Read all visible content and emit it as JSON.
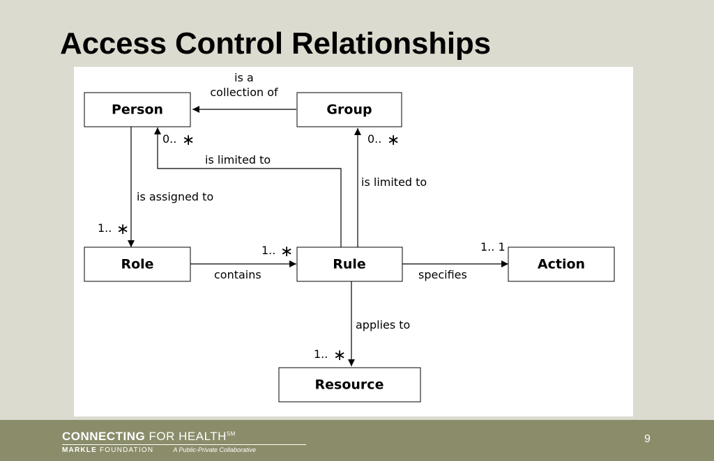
{
  "slide": {
    "title": "Access Control Relationships",
    "page_number": "9"
  },
  "diagram": {
    "nodes": {
      "person": "Person",
      "group": "Group",
      "role": "Role",
      "rule": "Rule",
      "action": "Action",
      "resource": "Resource"
    },
    "edges": {
      "group_person": {
        "label_line1": "is a",
        "label_line2": "collection of"
      },
      "rule_person": {
        "label": "is limited to",
        "multiplicity": "0..",
        "star": "∗"
      },
      "rule_group": {
        "label": "is limited to",
        "multiplicity": "0..",
        "star": "∗"
      },
      "person_role": {
        "label": "is assigned to",
        "multiplicity": "1..",
        "star": "∗"
      },
      "role_rule": {
        "label": "contains",
        "multiplicity": "1..",
        "star": "∗"
      },
      "rule_action": {
        "label": "specifies",
        "multiplicity": "1.. 1"
      },
      "rule_resource": {
        "label": "applies to",
        "multiplicity": "1..",
        "star": "∗"
      }
    }
  },
  "footer": {
    "brand_strong": "CONNECTING",
    "brand_light": " FOR HEALTH",
    "brand_mark": "SM",
    "org_strong": "MARKLE",
    "org_light": " FOUNDATION",
    "tagline": "A Public-Private Collaborative"
  }
}
